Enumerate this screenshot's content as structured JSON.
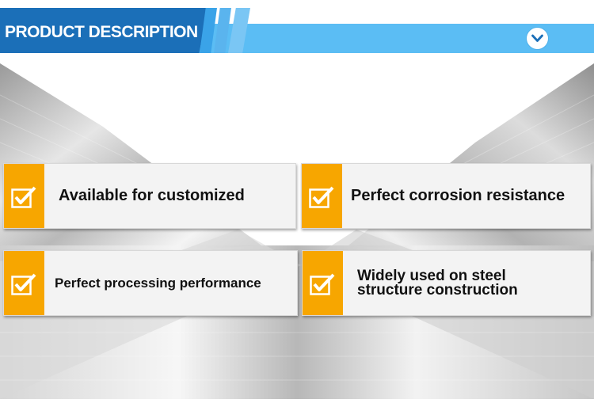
{
  "header": {
    "title": "PRODUCT DESCRIPTION"
  },
  "features": [
    {
      "lines": [
        "Available for customized"
      ]
    },
    {
      "lines": [
        "Perfect corrosion resistance"
      ]
    },
    {
      "lines": [
        "Perfect processing performance"
      ]
    },
    {
      "lines": [
        "Widely used on steel",
        "structure construction"
      ]
    }
  ],
  "colors": {
    "banner_dark": "#1b6fb8",
    "banner_light": "#5bbdf4",
    "icon_orange": "#f7a600",
    "card_bg": "#f3f3f3"
  },
  "icons": {
    "chevron": "chevron-down-icon",
    "feature": "checkbox-check-icon"
  }
}
